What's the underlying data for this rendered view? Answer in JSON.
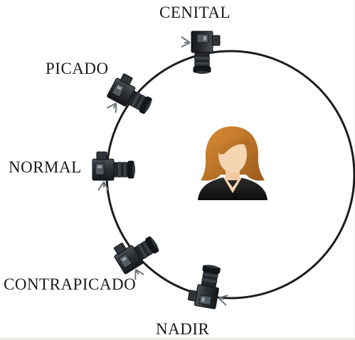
{
  "labels": {
    "cenital": "CENITAL",
    "picado": "PICADO",
    "normal": "NORMAL",
    "contrapicado": "CONTRAPICADO",
    "nadir": "NADIR"
  },
  "icons": {
    "camera": "camera-icon",
    "person": "woman-avatar-icon"
  },
  "colors": {
    "orbit": "#1c1c1c",
    "camera_body": "#2b2f33",
    "hair": "#c07a2a",
    "skin": "#f6d5b2",
    "clothing": "#1f1f1f"
  }
}
